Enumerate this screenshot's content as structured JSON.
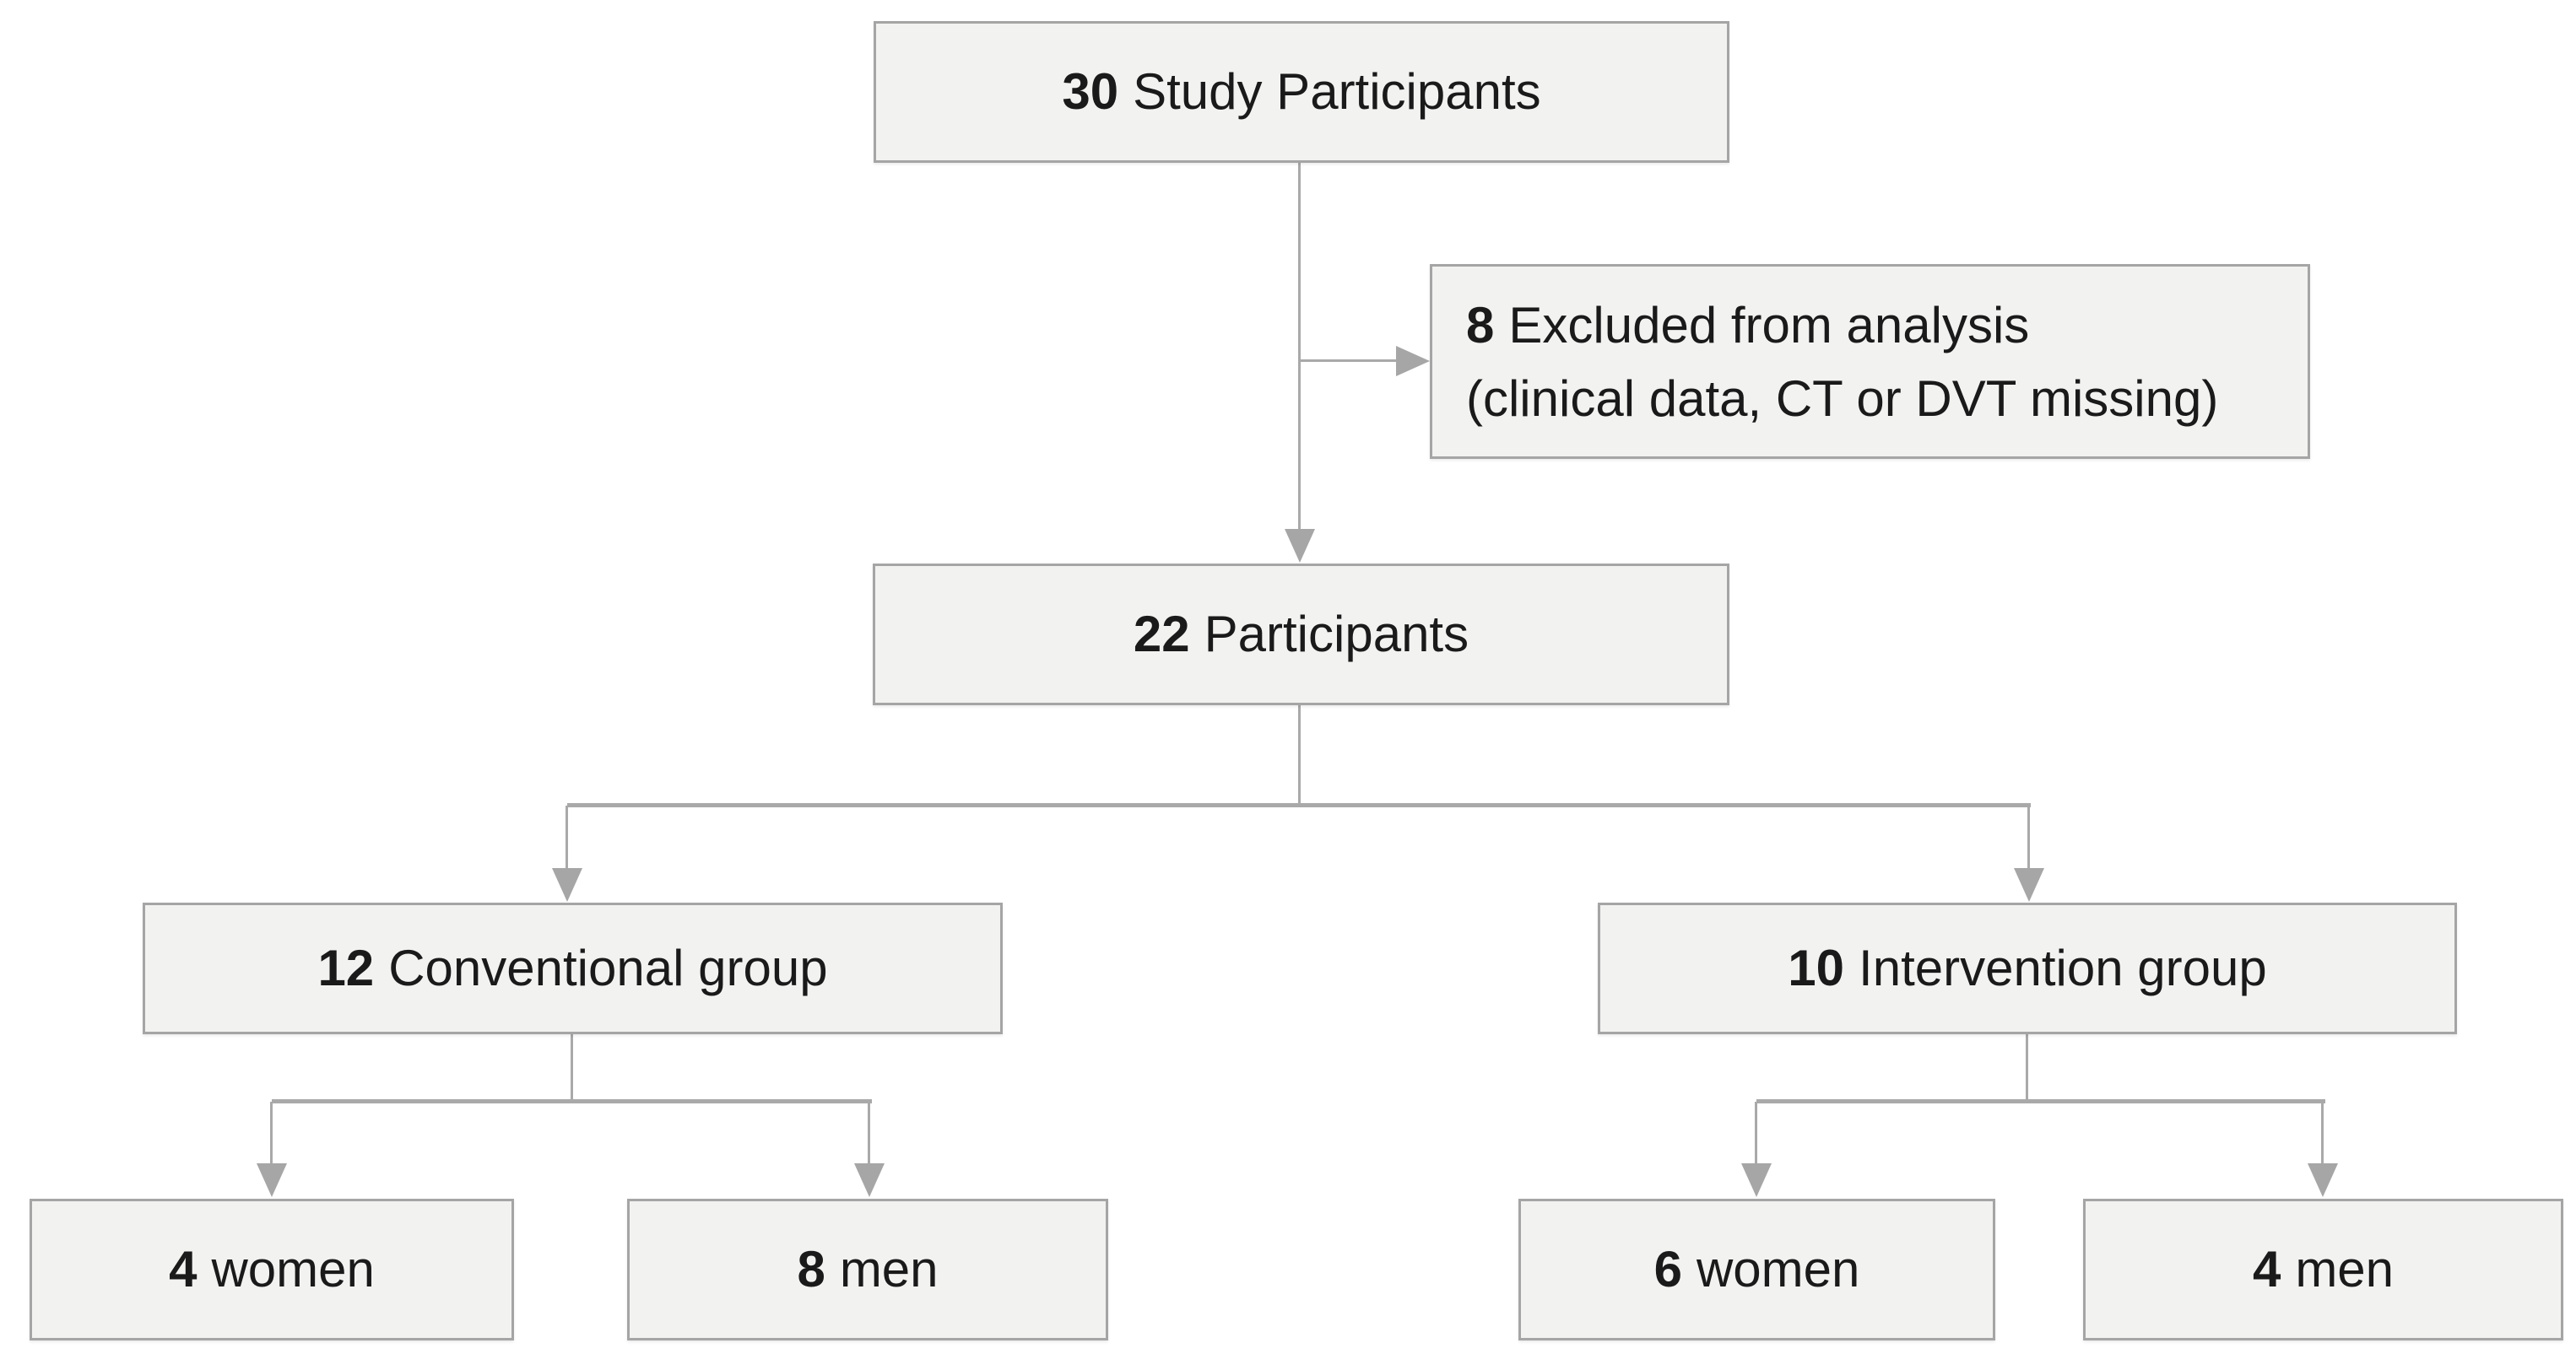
{
  "theme": {
    "background": "#ffffff",
    "box_fill": "#f2f2f1",
    "box_border": "#a5a5a5",
    "line_color": "#a9a9a9",
    "arrow_color": "#a6a6a6",
    "text_color": "#1a1a1a"
  },
  "diagram": {
    "type": "participant-flowchart",
    "nodes": {
      "top": {
        "count": "30",
        "label": "Study Participants"
      },
      "excluded": {
        "count": "8",
        "label": "Excluded from analysis",
        "detail": "(clinical data, CT or DVT missing)"
      },
      "participants": {
        "count": "22",
        "label": "Participants"
      },
      "conventional": {
        "count": "12",
        "label": "Conventional group"
      },
      "intervention": {
        "count": "10",
        "label": "Intervention group"
      },
      "conv_women": {
        "count": "4",
        "label": "women"
      },
      "conv_men": {
        "count": "8",
        "label": "men"
      },
      "int_women": {
        "count": "6",
        "label": "women"
      },
      "int_men": {
        "count": "4",
        "label": "men"
      }
    },
    "edges": [
      {
        "from": "top",
        "to": "excluded"
      },
      {
        "from": "top",
        "to": "participants"
      },
      {
        "from": "participants",
        "to": "conventional"
      },
      {
        "from": "participants",
        "to": "intervention"
      },
      {
        "from": "conventional",
        "to": "conv_women"
      },
      {
        "from": "conventional",
        "to": "conv_men"
      },
      {
        "from": "intervention",
        "to": "int_women"
      },
      {
        "from": "intervention",
        "to": "int_men"
      }
    ]
  }
}
